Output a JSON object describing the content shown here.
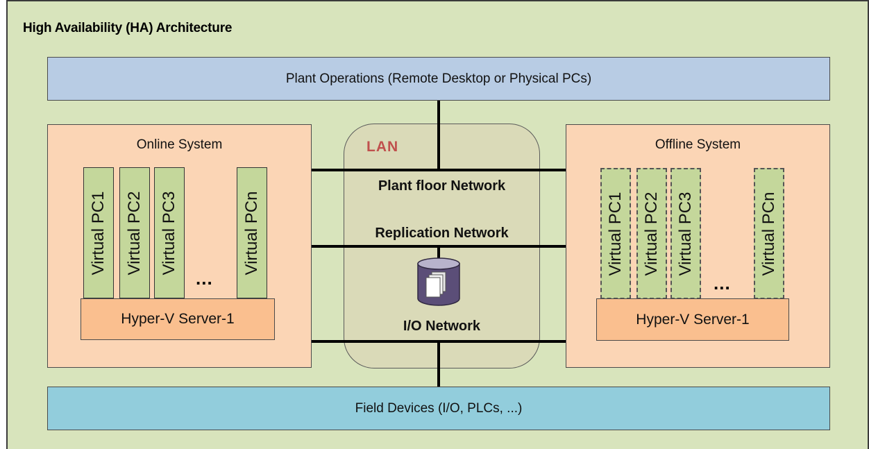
{
  "title": "High Availability (HA) Architecture",
  "top_band": "Plant Operations (Remote Desktop or Physical PCs)",
  "bottom_band": "Field Devices (I/O, PLCs, ...)",
  "online_system": {
    "label": "Online System",
    "virtual_pcs": [
      "Virtual PC1",
      "Virtual PC2",
      "Virtual PC3",
      "Virtual PCn"
    ],
    "ellipsis": "...",
    "server": "Hyper-V Server-1"
  },
  "offline_system": {
    "label": "Offline System",
    "virtual_pcs": [
      "Virtual PC1",
      "Virtual PC2",
      "Virtual PC3",
      "Virtual PCn"
    ],
    "ellipsis": "...",
    "server": "Hyper-V Server-1"
  },
  "lan": {
    "label": "LAN",
    "networks": [
      "Plant floor Network",
      "Replication Network",
      "I/O Network"
    ]
  },
  "colors": {
    "background": "#d8e4bc",
    "plant_operations": "#b8cce4",
    "field_devices": "#92cddc",
    "system_box": "#fbd5b5",
    "server_box": "#fabf8f",
    "virtual_pc": "#c4d79b",
    "lan_box": "#dadab8",
    "lan_label": "#c0504d"
  }
}
